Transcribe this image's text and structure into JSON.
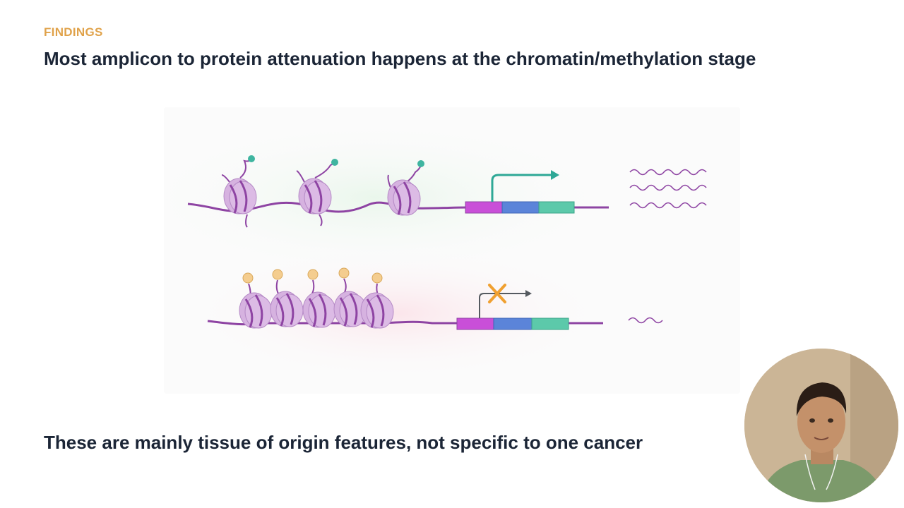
{
  "slide": {
    "eyebrow": "FINDINGS",
    "title": "Most amplicon to protein attenuation happens at the chromatin/methylation stage",
    "subtitle": "These are mainly tissue of origin features, not specific to one cancer"
  },
  "colors": {
    "eyebrow": "#e0a24a",
    "text": "#1b2536",
    "dna_strand": "#8e44a3",
    "nucleosome": "#d6b2e0",
    "acetyl_mark": "#3fb5a0",
    "methyl_mark": "#f4cd8f",
    "promoter": "#c94fd8",
    "exon_blue": "#5b84d9",
    "exon_green": "#5cc9aa",
    "active_arrow": "#2ea896",
    "blocked_x": "#f0a030"
  },
  "diagram": {
    "active_row": {
      "icons": [
        "nucleosome-icon",
        "acetylation-mark-icon",
        "transcription-arrow-icon",
        "mrna-wave-icon"
      ],
      "nucleosome_count": 3,
      "mrna_copies": 3
    },
    "silenced_row": {
      "icons": [
        "nucleosome-icon",
        "methylation-mark-icon",
        "blocked-transcription-icon",
        "mrna-wave-icon"
      ],
      "nucleosome_count": 5,
      "mrna_copies": 1
    }
  },
  "presenter": {
    "icon": "presenter-webcam-icon"
  }
}
